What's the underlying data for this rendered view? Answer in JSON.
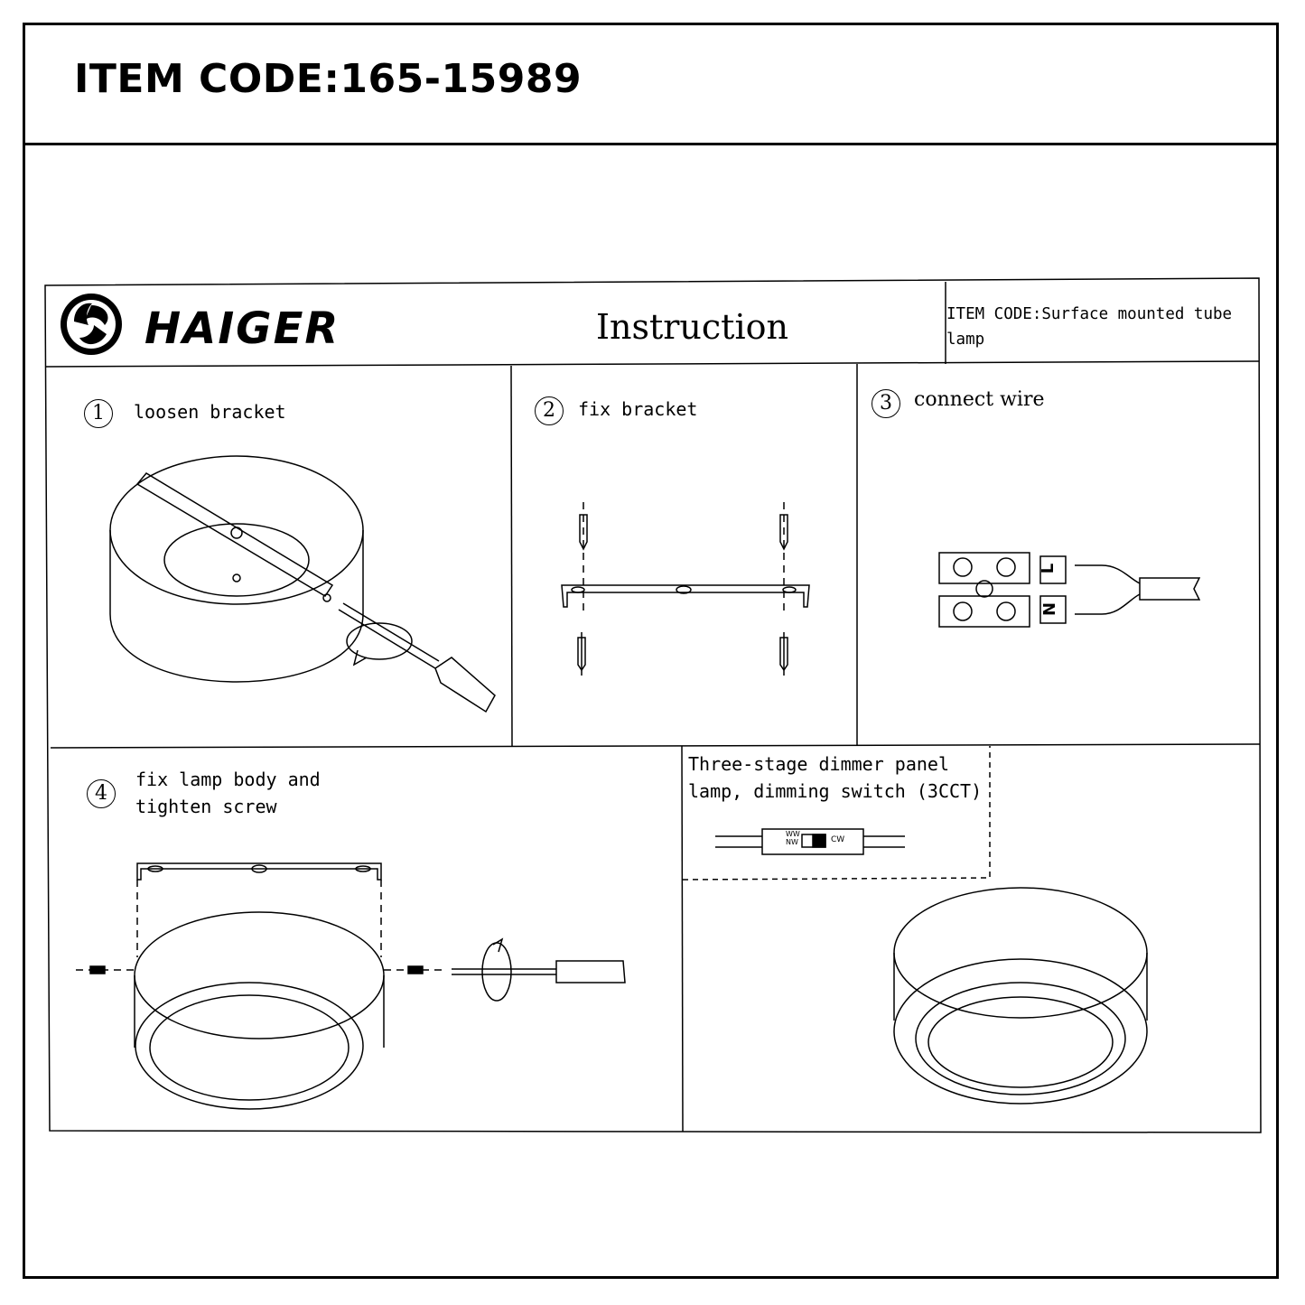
{
  "header": {
    "item_code": "ITEM CODE:165-15989"
  },
  "instruction_sheet": {
    "brand": "HAIGER",
    "title": "Instruction",
    "item_code_line1": "ITEM CODE:Surface mounted tube",
    "item_code_line2": "lamp"
  },
  "steps": [
    {
      "number": "1",
      "label": "loosen bracket"
    },
    {
      "number": "2",
      "label": "fix bracket"
    },
    {
      "number": "3",
      "label": "connect wire"
    },
    {
      "number": "4",
      "label_line1": "fix lamp body and",
      "label_line2": "tighten screw"
    }
  ],
  "terminal": {
    "l_label": "L",
    "n_label": "N"
  },
  "dimmer": {
    "line1": "Three-stage dimmer panel",
    "line2": "lamp, dimming switch (3CCT)",
    "ww": "WW",
    "nw": "NW",
    "cw": "CW"
  },
  "colors": {
    "ink": "#000000",
    "paper": "#ffffff"
  }
}
